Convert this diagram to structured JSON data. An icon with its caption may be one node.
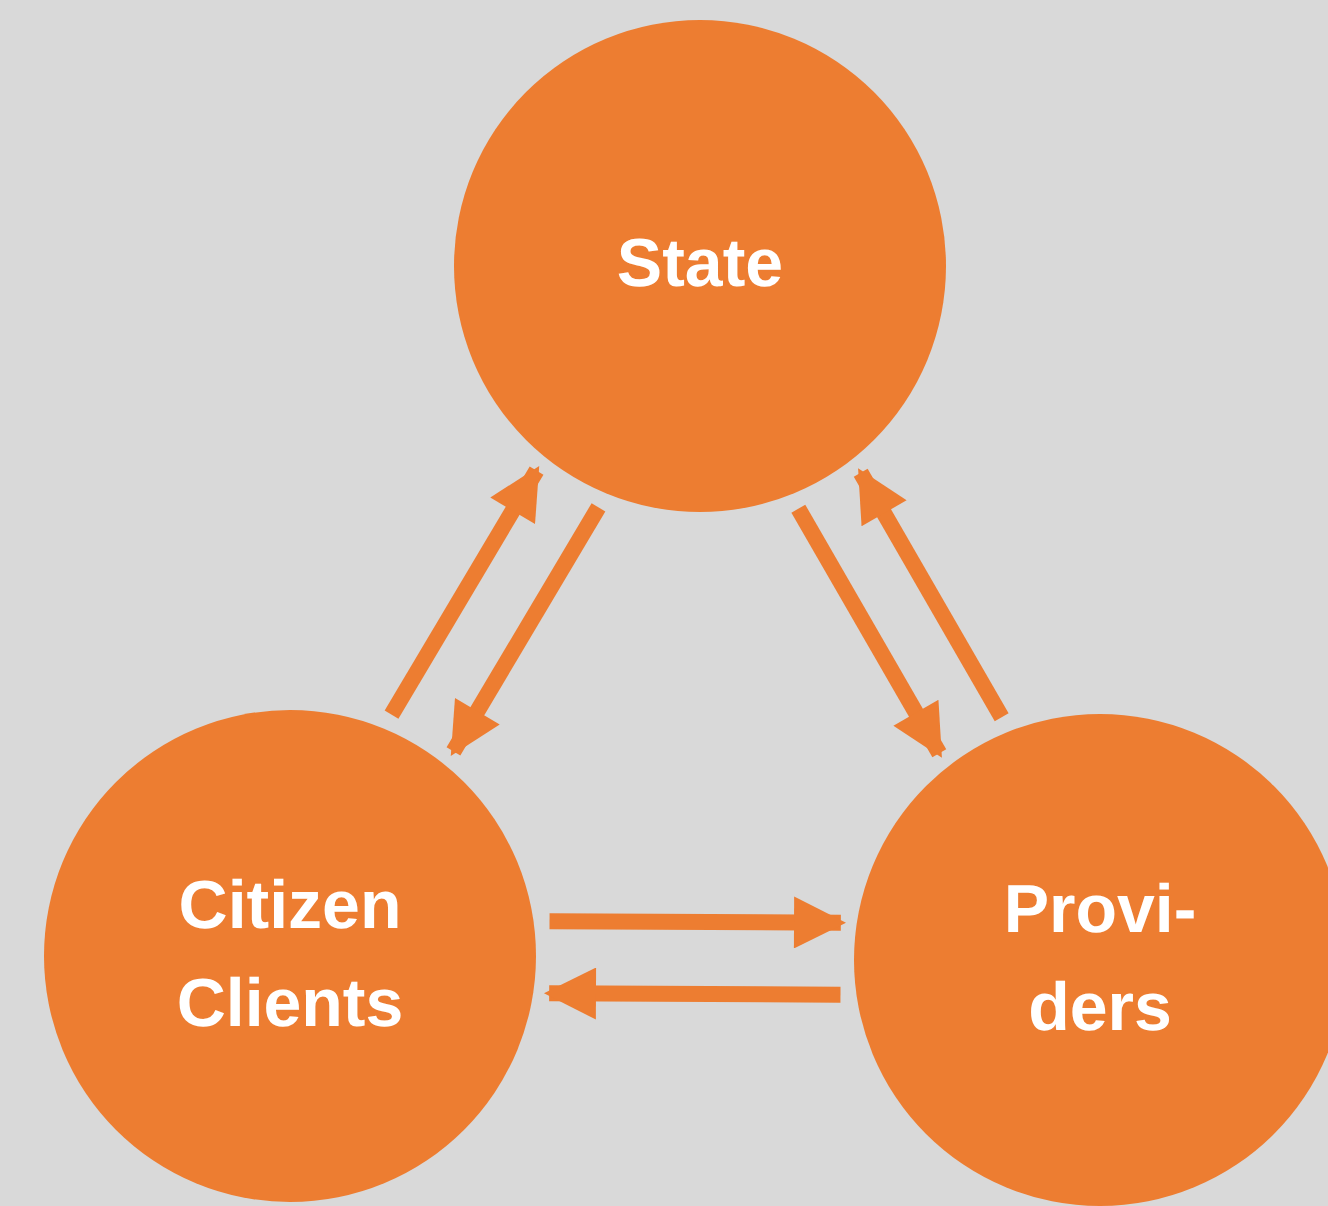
{
  "diagram": {
    "nodes": [
      {
        "text": [
          "State"
        ]
      },
      {
        "text": [
          "Citizen Clients"
        ]
      },
      {
        "text": [
          "Provi- ders"
        ]
      }
    ],
    "edges": [
      {
        "from": 1,
        "to": 0,
        "arrow": "to"
      },
      {
        "from": 0,
        "to": 1,
        "arrow": "to"
      },
      {
        "from": 0,
        "to": 2,
        "arrow": "to"
      },
      {
        "from": 2,
        "to": 0,
        "arrow": "to"
      },
      {
        "from": 1,
        "to": 2,
        "arrow": "to"
      },
      {
        "from": 2,
        "to": 1,
        "arrow": "to"
      }
    ]
  }
}
